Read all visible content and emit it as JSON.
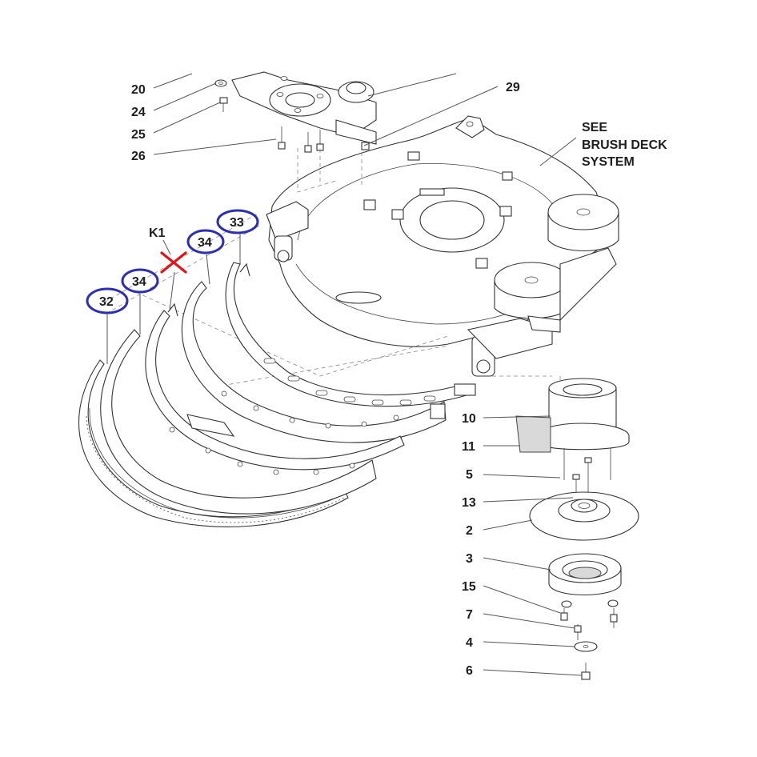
{
  "callouts": {
    "p20": "20",
    "p24": "24",
    "p25": "25",
    "p26": "26",
    "p29": "29",
    "p10": "10",
    "p11": "11",
    "p5": "5",
    "p13": "13",
    "p2": "2",
    "p3": "3",
    "p15": "15",
    "p7": "7",
    "p4": "4",
    "p6": "6",
    "k1": "K1",
    "c33": "33",
    "c34a": "34",
    "c34b": "34",
    "c32": "32"
  },
  "note": {
    "line1": "SEE",
    "line2": "BRUSH DECK",
    "line3": "SYSTEM"
  },
  "highlight_colors": {
    "ring": "#2b2fb0",
    "cross": "#e0161b"
  }
}
